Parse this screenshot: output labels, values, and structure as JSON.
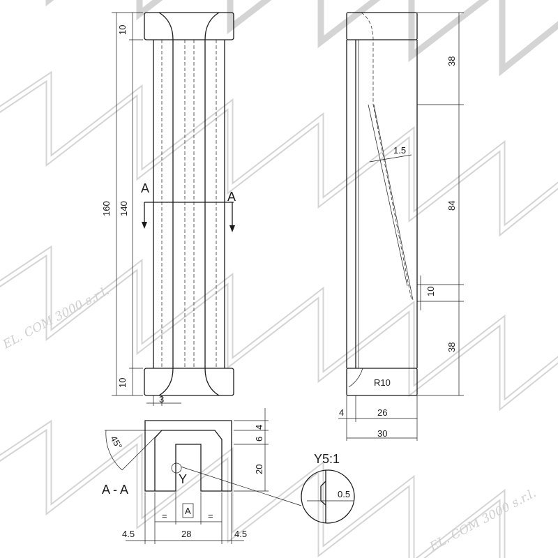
{
  "watermark": {
    "text": "EL. COM 3000 s.r.l.",
    "color": "#cfcfcf"
  },
  "front_view": {
    "dims": {
      "top_cap": "10",
      "overall": "160",
      "body": "140",
      "bottom_cap": "10",
      "gap": "3"
    },
    "section_marks": [
      "A",
      "A"
    ]
  },
  "side_view": {
    "dims": {
      "top": "38",
      "middle": "84",
      "slot": "10",
      "bottom": "38",
      "thickness": "1.5",
      "radius": "R10",
      "left": "4",
      "inner": "26",
      "total": "30"
    }
  },
  "section": {
    "title": "A - A",
    "angle": "45°",
    "dims": {
      "d4": "4",
      "d6": "6",
      "d20": "20",
      "left": "4.5",
      "width": "28",
      "right": "4.5",
      "equal_left": "=",
      "equal_right": "=",
      "datum": "A"
    },
    "detail_marker": "Y"
  },
  "detail": {
    "title": "Y5:1",
    "dim": "0.5"
  }
}
